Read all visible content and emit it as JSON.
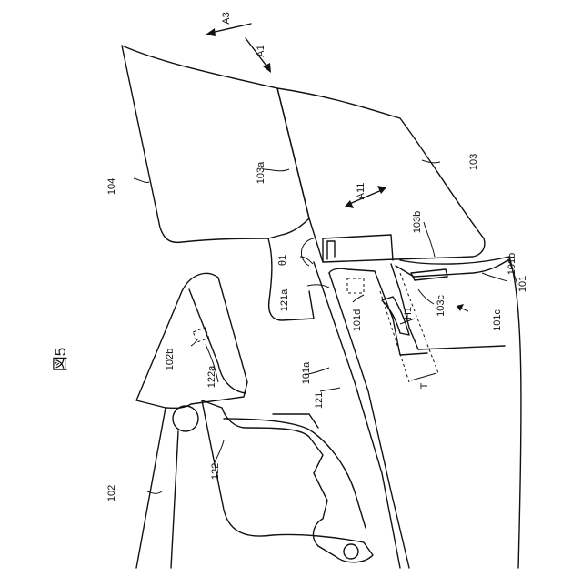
{
  "figure": {
    "title": "図5",
    "labels": {
      "a3": "A3",
      "a1": "A1",
      "a11": "A11",
      "l103": "103",
      "l103a": "103a",
      "l103b": "103b",
      "l103c": "103c",
      "l104": "104",
      "l101": "101",
      "l101a": "101a",
      "l101b": "101b",
      "l101c": "101c",
      "l101d": "101d",
      "theta1": "θ1",
      "l121": "121",
      "l121a": "121a",
      "l102": "102",
      "l102b": "102b",
      "l122": "122",
      "l122a": "122a",
      "h1": "H1",
      "t": "T"
    }
  }
}
